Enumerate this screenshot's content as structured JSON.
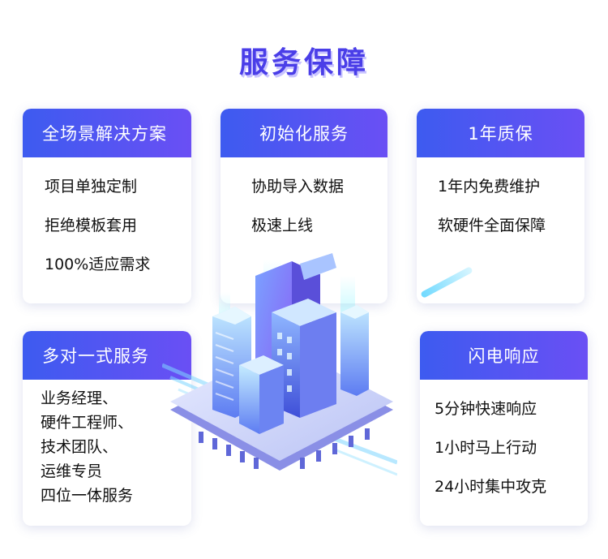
{
  "title": "服务保障",
  "cards": {
    "c1": {
      "title": "全场景解决方案",
      "items": [
        "项目单独定制",
        "拒绝模板套用",
        "100%适应需求"
      ]
    },
    "c2": {
      "title": "初始化服务",
      "items": [
        "协助导入数据",
        "极速上线"
      ]
    },
    "c3": {
      "title": "1年质保",
      "items": [
        "1年内免费维护",
        "软硬件全面保障"
      ]
    },
    "c4": {
      "title": "多对一式服务",
      "items": [
        "业务经理、",
        "硬件工程师、",
        "技术团队、",
        "运维专员",
        "四位一体服务"
      ]
    },
    "c5": {
      "title": "闪电响应",
      "items": [
        "5分钟快速响应",
        "1小时马上行动",
        "24小时集中攻克"
      ]
    }
  },
  "colors": {
    "accent": "#4a3ee8",
    "header_start": "#3d5bf0",
    "header_end": "#6a4ff4"
  }
}
